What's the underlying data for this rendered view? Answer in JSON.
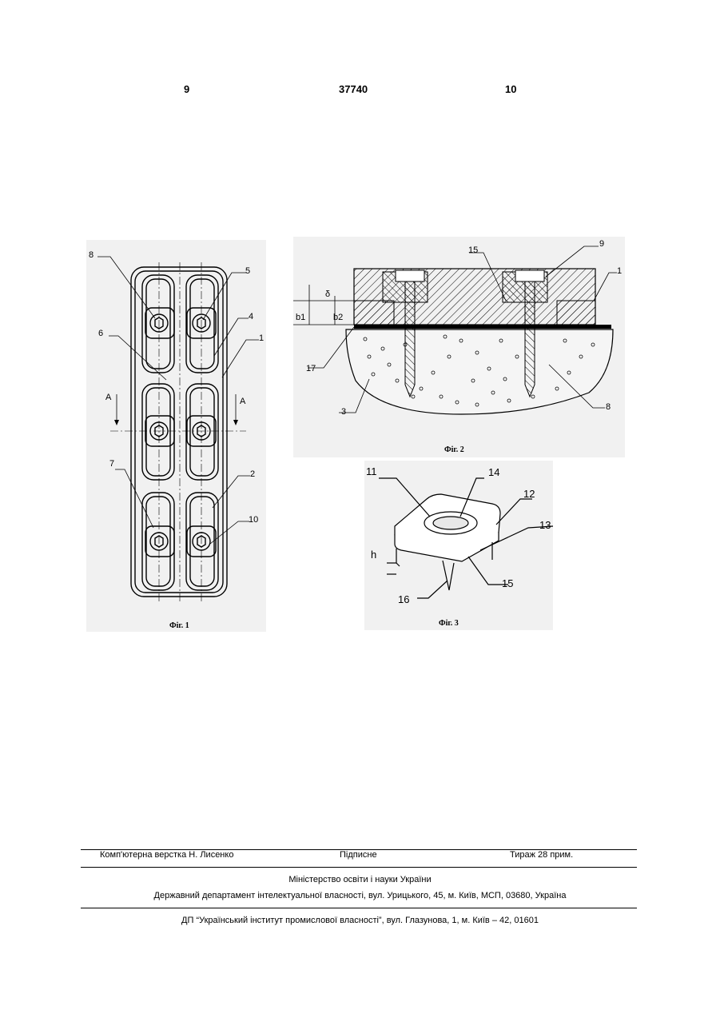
{
  "header": {
    "left_page": "9",
    "patent_number": "37740",
    "right_page": "10"
  },
  "figures": {
    "fig1": {
      "caption": "Фіг. 1",
      "labels": {
        "l8": "8",
        "l5": "5",
        "l4": "4",
        "l6": "6",
        "l1": "1",
        "lA1": "A",
        "lA2": "A",
        "l7": "7",
        "l2": "2",
        "l10": "10"
      }
    },
    "fig2": {
      "caption": "Фіг. 2",
      "labels": {
        "l15": "15",
        "l9": "9",
        "l1": "1",
        "ld": "δ",
        "lb1": "b1",
        "lb2": "b2",
        "l17": "17",
        "l3": "3",
        "l8": "8"
      }
    },
    "fig3": {
      "caption": "Фіг. 3",
      "labels": {
        "l11": "11",
        "l14": "14",
        "l12": "12",
        "l13": "13",
        "lh": "h",
        "l15": "15",
        "l16": "16"
      }
    }
  },
  "footer": {
    "layout": "Комп'ютерна верстка Н. Лисенко",
    "signed": "Підписне",
    "circulation": "Тираж 28 прим.",
    "ministry": "Міністерство освіти і науки України",
    "department": "Державний департамент інтелектуальної власності, вул. Урицького, 45, м. Київ, МСП, 03680, Україна",
    "institute": "ДП “Український інститут промислової власності”, вул. Глазунова, 1, м. Київ – 42, 01601"
  }
}
